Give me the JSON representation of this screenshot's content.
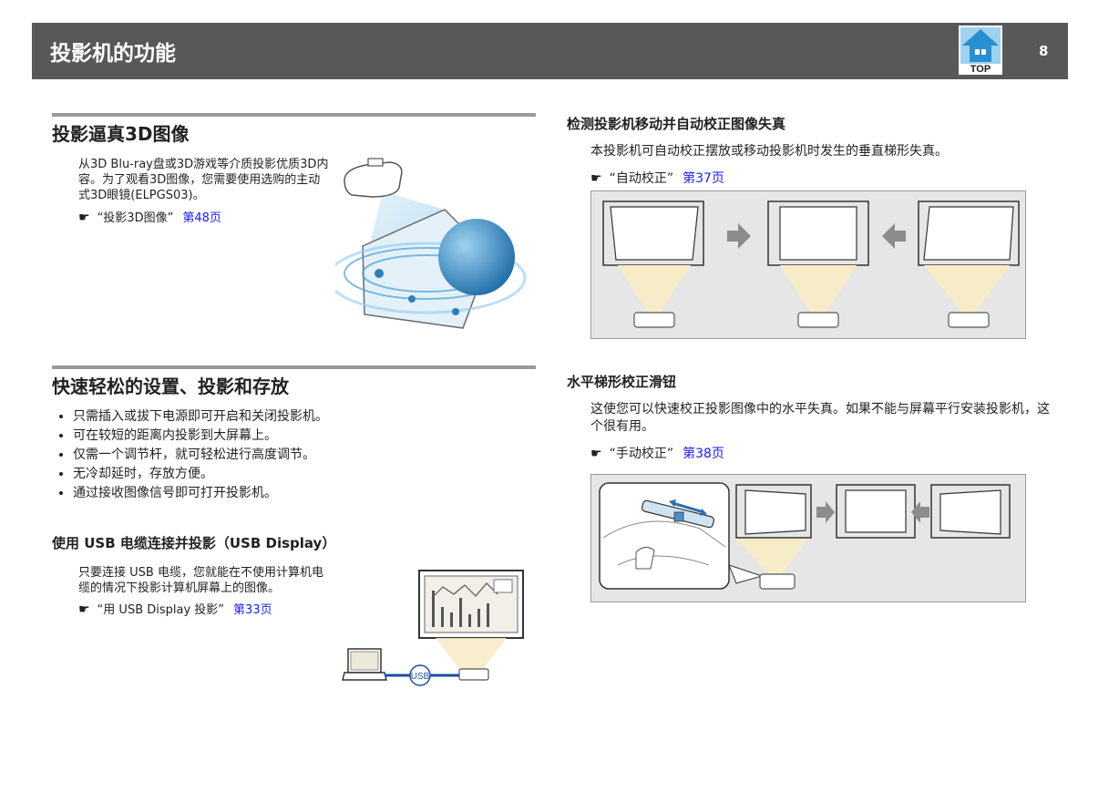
{
  "header": {
    "title": "投影机的功能",
    "page_number": "8",
    "top_label": "TOP"
  },
  "section_3d": {
    "title": "投影逼真3D图像",
    "body": "从3D Blu-ray盘或3D游戏等介质投影优质3D内容。为了观看3D图像，您需要使用选购的主动式3D眼镜(ELPGS03)。",
    "ref_text": "“投影3D图像”",
    "ref_link": "第48页"
  },
  "section_setup": {
    "title": "快速轻松的设置、投影和存放",
    "bullets": [
      "只需插入或拔下电源即可开启和关闭投影机。",
      "可在较短的距离内投影到大屏幕上。",
      "仅需一个调节杆，就可轻松进行高度调节。",
      "无冷却延时，存放方便。",
      "通过接收图像信号即可打开投影机。"
    ]
  },
  "section_usb": {
    "title": "使用 USB 电缆连接并投影（USB Display）",
    "body": "只要连接 USB 电缆，您就能在不使用计算机电缆的情况下投影计算机屏幕上的图像。",
    "ref_text": "“用 USB Display 投影”",
    "ref_link": "第33页",
    "usb_label": "USB"
  },
  "section_auto": {
    "title": "检测投影机移动并自动校正图像失真",
    "body": "本投影机可自动校正摆放或移动投影机时发生的垂直梯形失真。",
    "ref_text": "“自动校正”",
    "ref_link": "第37页"
  },
  "section_slider": {
    "title": "水平梯形校正滑钮",
    "body": "这使您可以快速校正投影图像中的水平失真。如果不能与屏幕平行安装投影机，这个很有用。",
    "ref_text": "“手动校正”",
    "ref_link": "第38页"
  },
  "colors": {
    "header_bg": "#58585a",
    "rule": "#9a9a9c",
    "link": "#1a1aff",
    "figure_bg": "#e6e6e6",
    "arrow": "#8c8c8c"
  }
}
